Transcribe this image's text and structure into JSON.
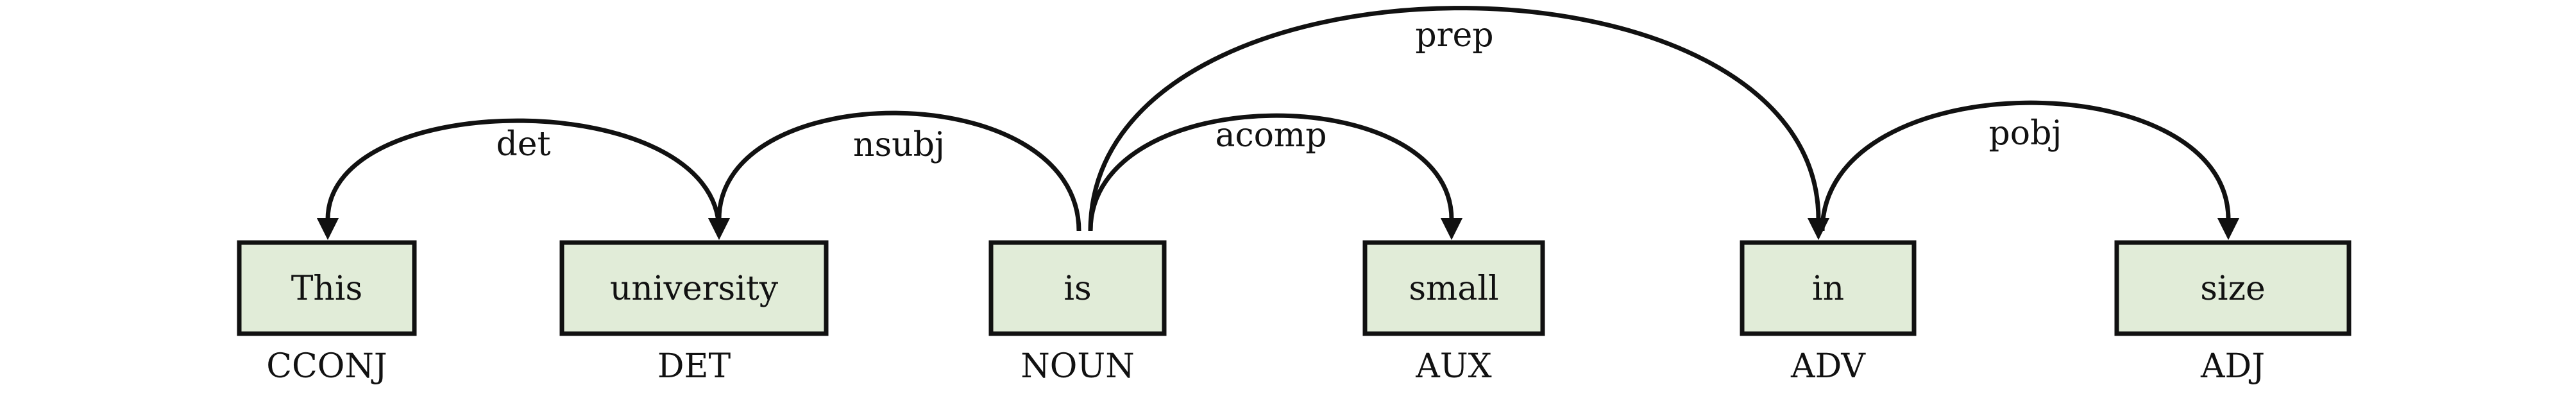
{
  "tokens": [
    {
      "text": "This",
      "pos": "CCONJ"
    },
    {
      "text": "university",
      "pos": "DET"
    },
    {
      "text": "is",
      "pos": "NOUN"
    },
    {
      "text": "small",
      "pos": "AUX"
    },
    {
      "text": "in",
      "pos": "ADV"
    },
    {
      "text": "size",
      "pos": "ADJ"
    }
  ],
  "arcs": [
    {
      "label": "det",
      "from": "university",
      "to": "This"
    },
    {
      "label": "nsubj",
      "from": "is",
      "to": "university"
    },
    {
      "label": "acomp",
      "from": "is",
      "to": "small"
    },
    {
      "label": "prep",
      "from": "is",
      "to": "in"
    },
    {
      "label": "pobj",
      "from": "in",
      "to": "size"
    }
  ],
  "colors": {
    "box_fill": "#e1ecd8",
    "stroke": "#111111"
  }
}
